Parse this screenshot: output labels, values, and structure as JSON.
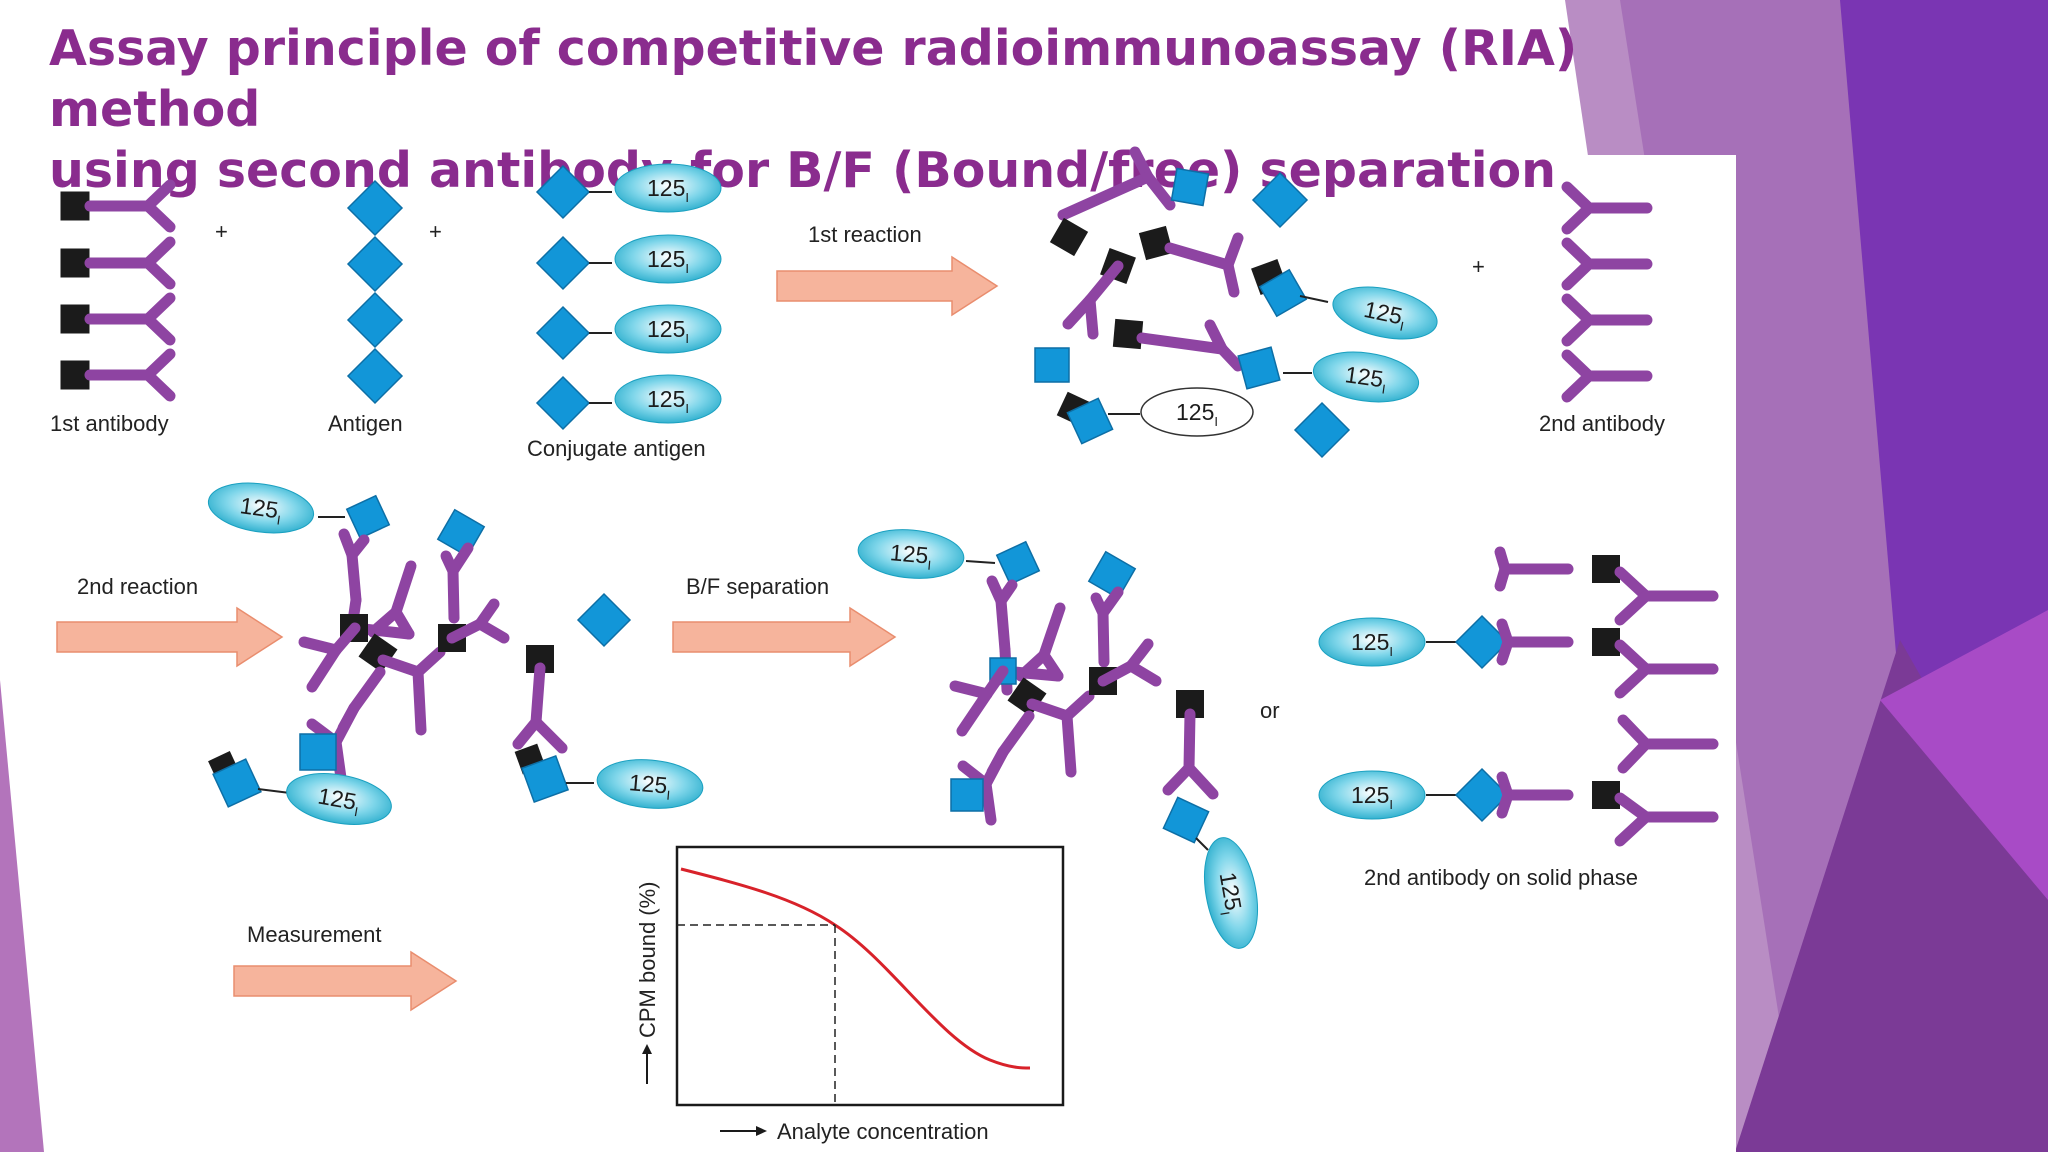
{
  "title": {
    "line1": "Assay principle of competitive radioimmunoassay (RIA) method",
    "line2": "using second antibody for B/F (Bound/free) separation"
  },
  "labels": {
    "first_antibody": "1st antibody",
    "antigen": "Antigen",
    "conjugate_antigen": "Conjugate antigen",
    "first_reaction": "1st reaction",
    "second_antibody": "2nd antibody",
    "second_reaction": "2nd reaction",
    "bf_separation": "B/F separation",
    "or": "or",
    "solid_phase": "2nd antibody on solid phase",
    "measurement": "Measurement",
    "plus": "+"
  },
  "tag": {
    "mass": "125",
    "element": "I"
  },
  "graph": {
    "ylabel": "CPM bound (%)",
    "xlabel": "Analyte concentration"
  },
  "colors": {
    "title": "#8a2c8e",
    "antibody": "#8e44a2",
    "antigen": "#1296d8",
    "conjugate": "#2bb3d0",
    "arrow": "#f6b49c",
    "curve": "#d8222a"
  }
}
